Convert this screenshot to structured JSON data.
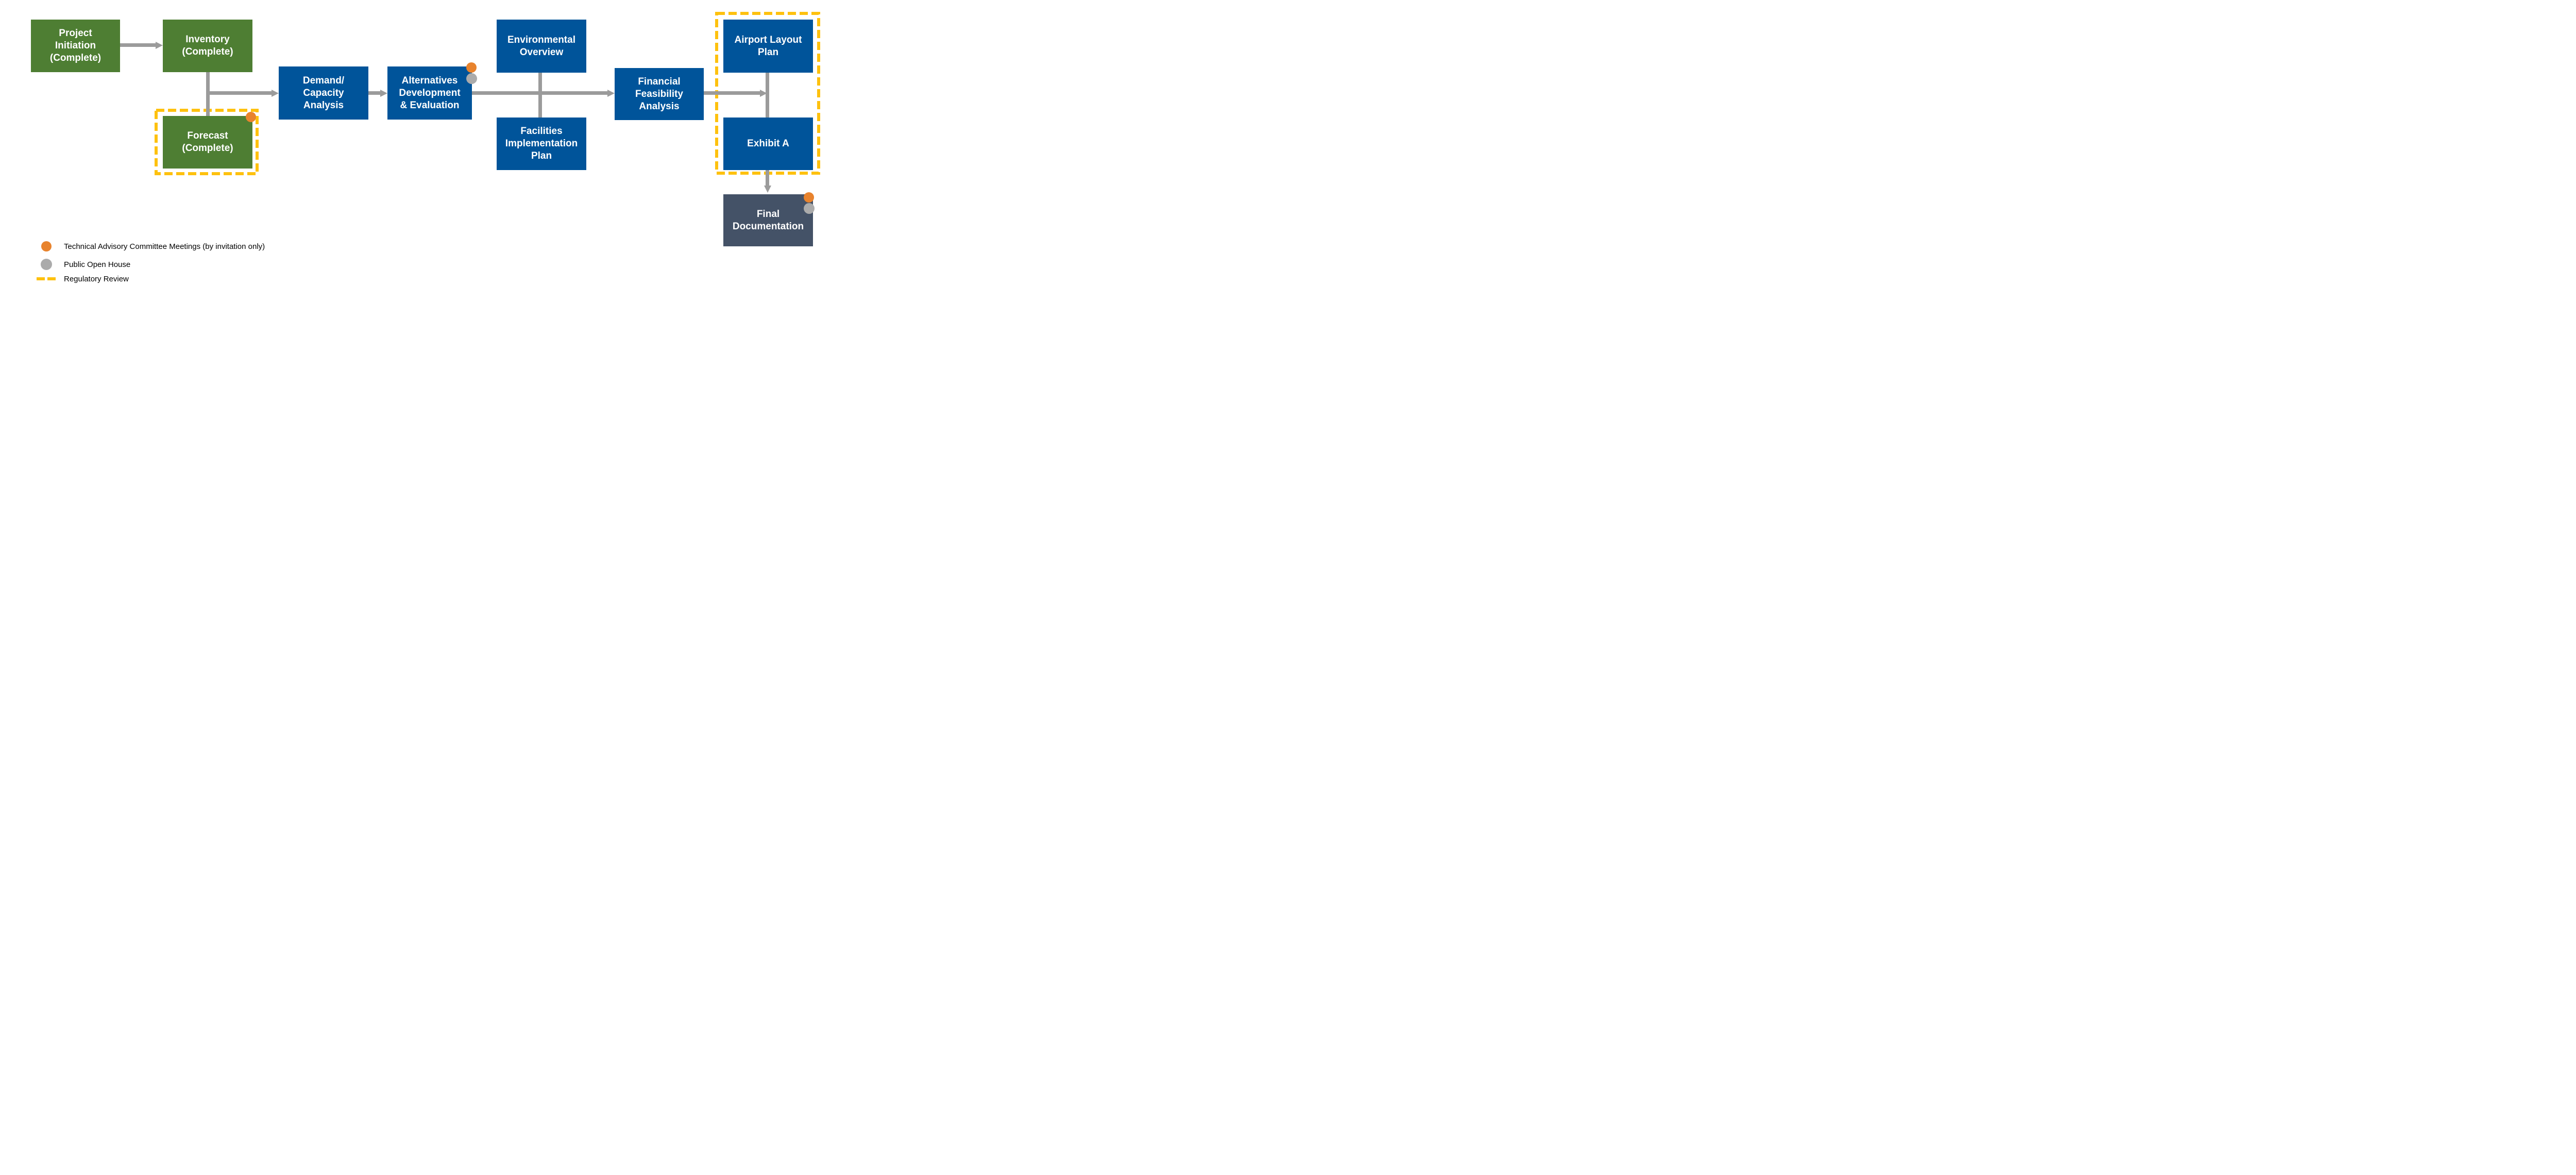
{
  "nodes": {
    "project_initiation": {
      "label": "Project\nInitiation\n(Complete)",
      "status": "complete",
      "color": "#4e7e33"
    },
    "inventory": {
      "label": "Inventory\n(Complete)",
      "status": "complete",
      "color": "#4e7e33"
    },
    "forecast": {
      "label": "Forecast\n(Complete)",
      "status": "complete",
      "color": "#4e7e33",
      "markers": [
        "tac_meeting"
      ],
      "regulatory_review": true
    },
    "demand_capacity": {
      "label": "Demand/\nCapacity\nAnalysis",
      "color": "#00549a"
    },
    "alternatives": {
      "label": "Alternatives\nDevelopment\n& Evaluation",
      "color": "#00549a",
      "markers": [
        "tac_meeting",
        "public_open_house"
      ]
    },
    "environmental_overview": {
      "label": "Environmental\nOverview",
      "color": "#00549a"
    },
    "facilities_implementation_plan": {
      "label": "Facilities\nImplementation\nPlan",
      "color": "#00549a"
    },
    "financial_feasibility": {
      "label": "Financial\nFeasibility\nAnalysis",
      "color": "#00549a"
    },
    "airport_layout_plan": {
      "label": "Airport Layout\nPlan",
      "color": "#00549a",
      "regulatory_review": true
    },
    "exhibit_a": {
      "label": "Exhibit A",
      "color": "#00549a",
      "regulatory_review": true
    },
    "final_documentation": {
      "label": "Final\nDocumentation",
      "color": "#445267",
      "markers": [
        "tac_meeting",
        "public_open_house"
      ]
    }
  },
  "edges": [
    {
      "from": "project_initiation",
      "to": "inventory",
      "arrow": true
    },
    {
      "from": "inventory",
      "to": "forecast",
      "arrow": false
    },
    {
      "from": "inventory",
      "to": "demand_capacity",
      "arrow": true
    },
    {
      "from": "demand_capacity",
      "to": "alternatives",
      "arrow": true
    },
    {
      "from": "alternatives",
      "to": "financial_feasibility",
      "arrow": true
    },
    {
      "from": "environmental_overview",
      "to": "facilities_implementation_plan",
      "arrow": false
    },
    {
      "from": "financial_feasibility",
      "to": "airport_layout_plan_exhibit_a_connector",
      "arrow": true
    },
    {
      "from": "airport_layout_plan",
      "to": "exhibit_a",
      "arrow": false
    },
    {
      "from": "exhibit_a",
      "to": "final_documentation",
      "arrow": true
    }
  ],
  "legend": {
    "tac_label": "Technical Advisory Committee Meetings (by invitation only)",
    "public_open_house_label": "Public Open House",
    "regulatory_review_label": "Regulatory Review"
  },
  "colors": {
    "complete_green": "#4e7e33",
    "task_blue": "#00549a",
    "final_slate": "#445267",
    "connector_gray": "#9b9b9b",
    "tac_orange": "#e8832d",
    "open_house_gray": "#ababab",
    "regulatory_yellow": "#fec10e",
    "legend_text": "#000000",
    "node_text": "#ffffff",
    "background": "#ffffff"
  }
}
